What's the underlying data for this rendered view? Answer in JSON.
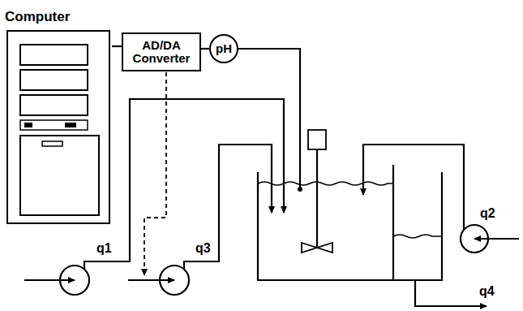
{
  "diagram": {
    "nodes": [
      {
        "text": [
          "Computer"
        ]
      },
      {
        "text": [
          "AD/DA Converter"
        ]
      },
      {
        "text": [
          "pH"
        ]
      }
    ],
    "edges": [
      {
        "from": 0,
        "to": 1,
        "arrow": "none"
      },
      {
        "from": 1,
        "to": 2,
        "arrow": "none"
      }
    ],
    "labels": [
      "q1",
      "q3",
      "q2",
      "q4"
    ]
  }
}
